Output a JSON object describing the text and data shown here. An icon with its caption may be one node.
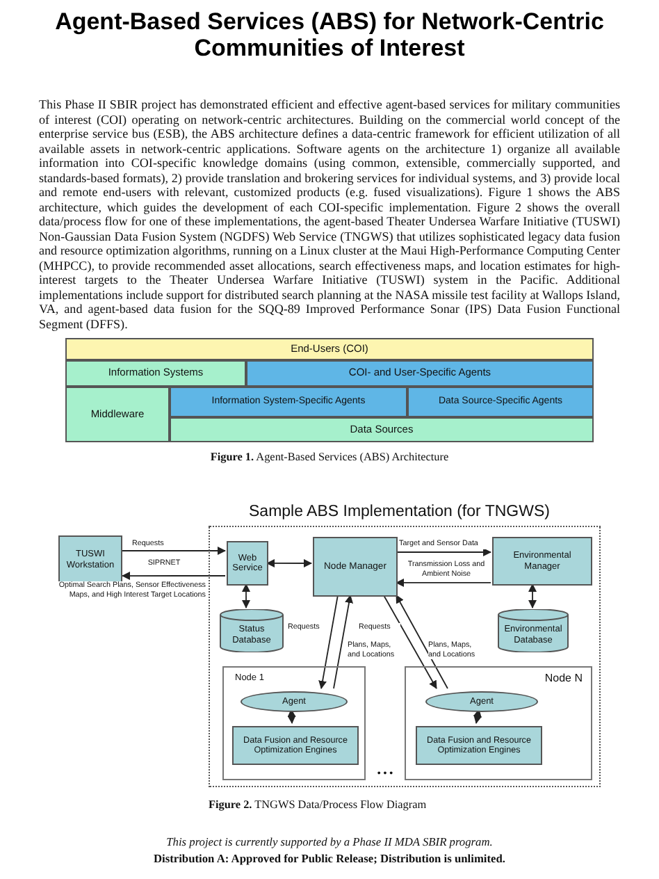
{
  "diagram": {
    "title": "Agent-Based Services (ABS) for Network-Centric Communities of Interest",
    "nodes": [
      {
        "text": [
          "End-Users (COI)"
        ]
      },
      {
        "text": [
          "Information Systems"
        ]
      },
      {
        "text": [
          "COI- and User-Specific Agents"
        ]
      },
      {
        "text": [
          "Middleware"
        ]
      },
      {
        "text": [
          "Information System-Specific Agents"
        ]
      },
      {
        "text": [
          "Data Source-Specific Agents"
        ]
      },
      {
        "text": [
          "Data Sources"
        ]
      },
      {
        "text": [
          "Sample ABS Implementation (for TNGWS)"
        ]
      },
      {
        "text": [
          "TUSWI Workstation"
        ]
      },
      {
        "text": [
          "Web Service"
        ],
        "in": 7
      },
      {
        "text": [
          "Node Manager"
        ],
        "in": 7
      },
      {
        "text": [
          "Environmental Manager"
        ],
        "in": 7
      },
      {
        "text": [
          "Status Database"
        ],
        "in": 7
      },
      {
        "text": [
          "Environmental Database"
        ],
        "in": 7
      },
      {
        "text": [
          "Node 1"
        ],
        "in": 7
      },
      {
        "text": [
          "Agent"
        ],
        "in": 14
      },
      {
        "text": [
          "Data Fusion and Resource Optimization Engines"
        ],
        "in": 14
      },
      {
        "text": [
          "Node N"
        ],
        "in": 7
      },
      {
        "text": [
          "Agent"
        ],
        "in": 17
      },
      {
        "text": [
          "Data Fusion and Resource Optimization Engines"
        ],
        "in": 17
      }
    ],
    "edges": [
      {
        "from": 8,
        "to": 9,
        "arrow": "to",
        "label": "Requests"
      },
      {
        "from": 9,
        "to": 8,
        "arrow": "to",
        "label": "Optimal Search Plans, Sensor Effectiveness Maps, and High Interest Target Locations"
      },
      {
        "from": 9,
        "to": 10,
        "arrow": "both"
      },
      {
        "from": 10,
        "to": 11,
        "arrow": "to",
        "label": "Target and Sensor Data"
      },
      {
        "from": 11,
        "to": 10,
        "arrow": "to",
        "label": "Transmission Loss and Ambient Noise"
      },
      {
        "from": 9,
        "to": 12,
        "arrow": "both"
      },
      {
        "from": 11,
        "to": 13,
        "arrow": "both"
      },
      {
        "from": 10,
        "to": 15,
        "arrow": "to",
        "label": "Requests"
      },
      {
        "from": 15,
        "to": 10,
        "arrow": "to",
        "label": "Plans, Maps, and Locations"
      },
      {
        "from": 10,
        "to": 18,
        "arrow": "to",
        "label": "Requests"
      },
      {
        "from": 18,
        "to": 10,
        "arrow": "to",
        "label": "Plans, Maps, and Locations"
      },
      {
        "from": 15,
        "to": 16,
        "arrow": "both"
      },
      {
        "from": 18,
        "to": 19,
        "arrow": "both"
      }
    ],
    "labels": [
      "This Phase II SBIR project has demonstrated efficient and effective agent-based services for military communities of interest (COI) operating on network-centric architectures.  Building on the commercial world concept of the enterprise service bus (ESB), the ABS architecture defines a data-centric framework for efficient utilization of all available assets in network-centric applications.  Software agents on the architecture 1) organize all available information into COI-specific knowledge domains (using common, extensible, commercially supported, and standards-based formats), 2) provide translation and brokering services for individual systems, and 3) provide local and remote end-users with relevant, customized products (e.g. fused visualizations). Figure 1 shows the ABS architecture, which guides the development of each COI-specific implementation.  Figure 2 shows the overall data/process flow for one of these implementations, the agent-based Theater Undersea Warfare Initiative (TUSWI) Non-Gaussian Data Fusion System (NGDFS) Web Service (TNGWS) that utilizes sophisticated legacy data fusion and resource optimization algorithms, running on a Linux cluster at the Maui High-Performance Computing Center (MHPCC), to provide recommended asset allocations, search effectiveness maps, and location estimates for high-interest targets to the Theater Undersea Warfare Initiative (TUSWI) system in the Pacific.  Additional implementations include support for distributed search planning at the NASA missile test facility at Wallops Island, VA, and agent-based data fusion for the SQQ-89 Improved Performance Sonar (IPS) Data Fusion Functional Segment (DFFS).",
      "**Figure 1.**  Agent-Based Services (ABS) Architecture",
      "SIPRNET",
      "• • •",
      "**Figure 2.**  TNGWS Data/Process Flow Diagram",
      "*This project is currently supported by a Phase II MDA SBIR program.*",
      "Distribution A:  Approved for Public Release; Distribution is unlimited."
    ]
  }
}
